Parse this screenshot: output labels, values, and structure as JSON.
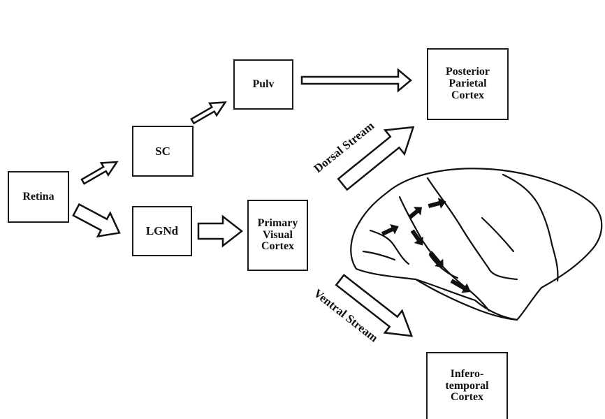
{
  "boxes": {
    "retina": "Retina",
    "sc": "SC",
    "pulv": "Pulv",
    "lgnd": "LGNd",
    "v1": [
      "Primary",
      "Visual",
      "Cortex"
    ],
    "ppc": [
      "Posterior",
      "Parietal",
      "Cortex"
    ],
    "it": [
      "Infero-",
      "temporal",
      "Cortex"
    ]
  },
  "streams": {
    "dorsal": "Dorsal Stream",
    "ventral": "Ventral Stream"
  },
  "colors": {
    "ink": "#111111",
    "background": "#ffffff"
  }
}
